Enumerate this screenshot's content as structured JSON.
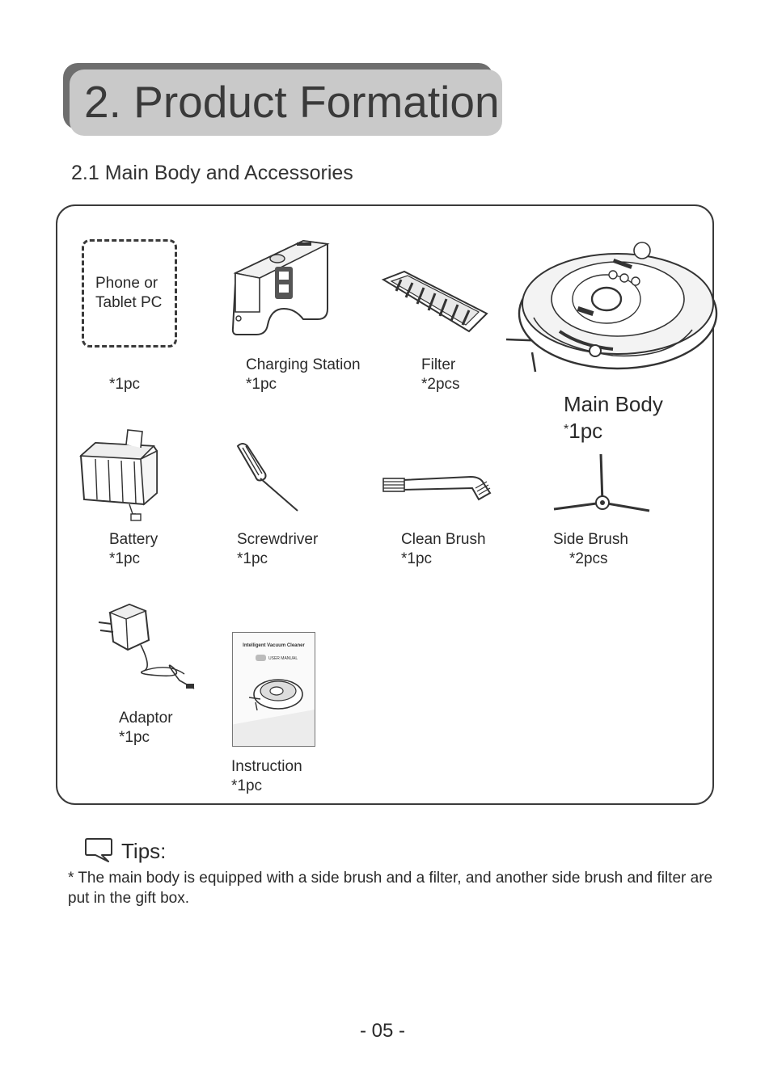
{
  "header": {
    "title": "2. Product Formation"
  },
  "section": {
    "title": "2.1 Main Body and Accessories"
  },
  "items": {
    "phone": {
      "name_line1": "Phone or",
      "name_line2": "Tablet PC",
      "qty": "*1pc",
      "icon": "phone-placeholder"
    },
    "charging_station": {
      "name": "Charging Station",
      "qty": "*1pc",
      "icon": "charging-station-icon"
    },
    "filter": {
      "name": "Filter",
      "qty": "*2pcs",
      "icon": "filter-icon"
    },
    "main_body": {
      "name": "Main Body",
      "qty_star": "*",
      "qty": "1pc",
      "icon": "robot-vacuum-icon"
    },
    "battery": {
      "name": "Battery",
      "qty": "*1pc",
      "icon": "battery-icon"
    },
    "screwdriver": {
      "name": "Screwdriver",
      "qty": "*1pc",
      "icon": "screwdriver-icon"
    },
    "clean_brush": {
      "name": "Clean Brush",
      "qty": "*1pc",
      "icon": "clean-brush-icon"
    },
    "side_brush": {
      "name": "Side Brush",
      "qty": "*2pcs",
      "icon": "side-brush-icon"
    },
    "adaptor": {
      "name": "Adaptor",
      "qty": "*1pc",
      "icon": "adaptor-icon"
    },
    "instruction": {
      "name": "Instruction",
      "qty": "*1pc",
      "icon": "manual-icon",
      "cover_title": "Intelligent Vacuum Cleaner",
      "cover_subtitle": "USER MANUAL"
    }
  },
  "tips": {
    "title": "Tips:",
    "icon": "speech-bubble-icon",
    "text": "* The main body is equipped with a side brush and a filter, and another side brush and filter are put in the gift box."
  },
  "footer": {
    "page_number": "- 05 -"
  }
}
